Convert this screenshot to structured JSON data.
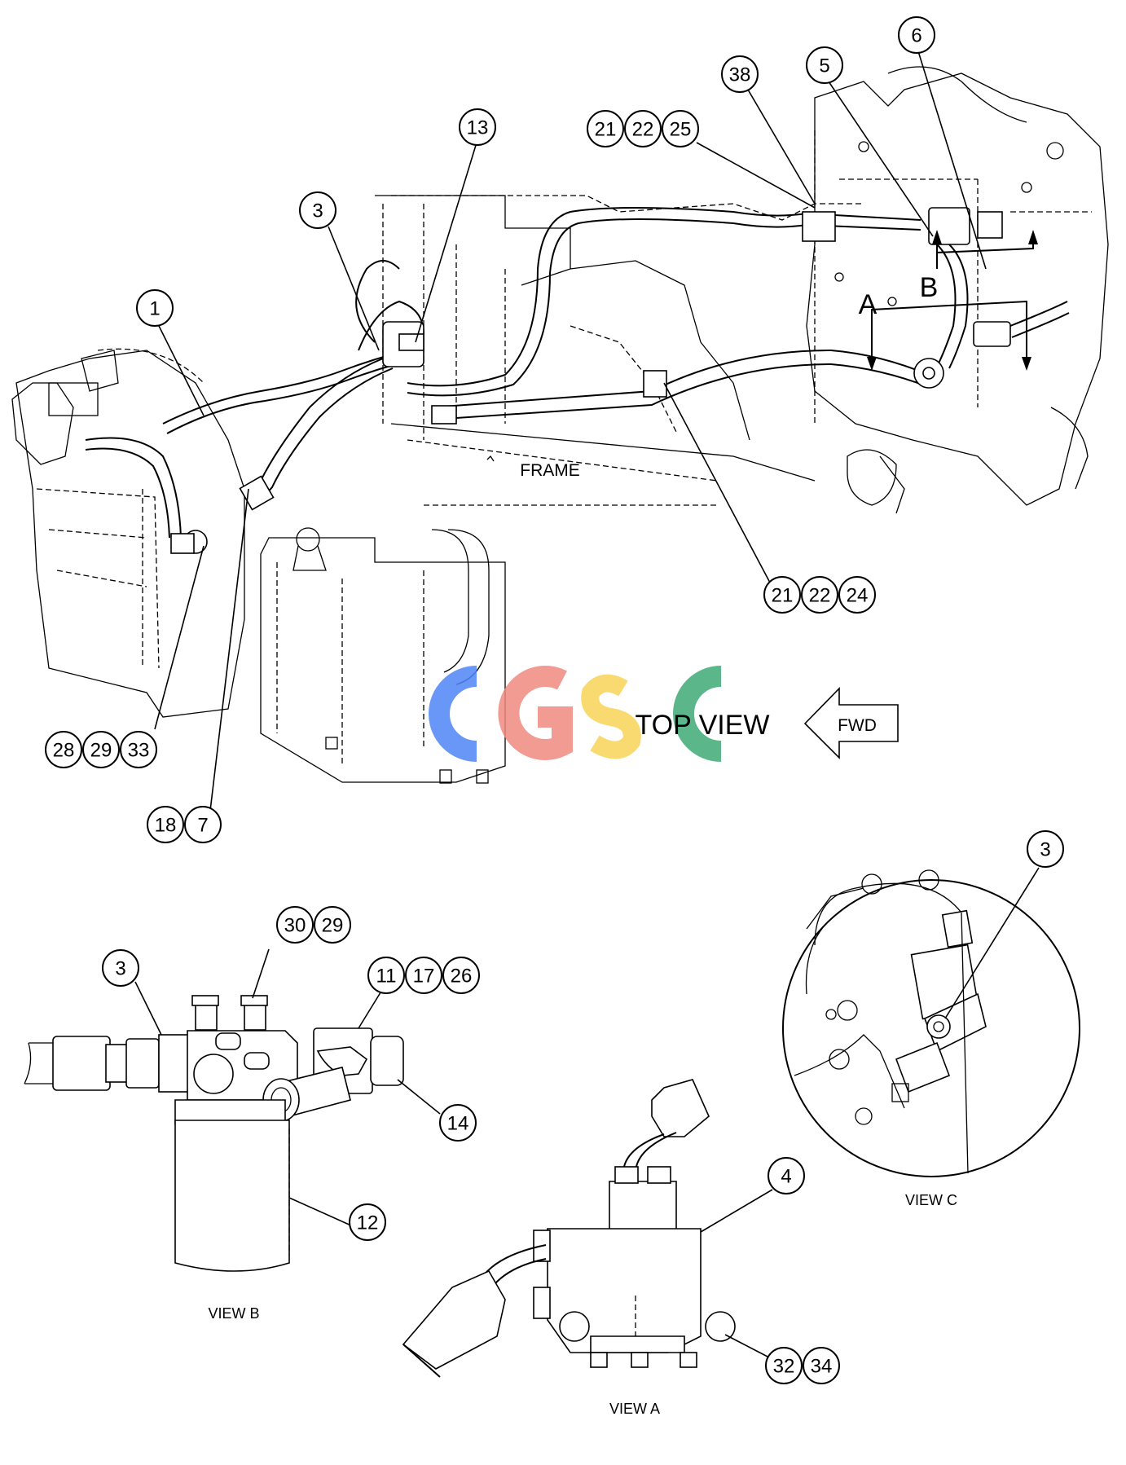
{
  "main_view": {
    "title": "TOP VIEW",
    "fwd_label": "FWD",
    "frame_label": "FRAME",
    "section_a": "A",
    "section_b": "B"
  },
  "watermark": {
    "letters": [
      "C",
      "G",
      "S",
      "C"
    ],
    "colors": [
      "#4f86f7",
      "#f08a80",
      "#f7d458",
      "#3faa75"
    ]
  },
  "views": {
    "view_a": "VIEW A",
    "view_b": "VIEW B",
    "view_c": "VIEW C"
  },
  "callouts": {
    "c1": "1",
    "c3_top": "3",
    "c13": "13",
    "c21_a": "21",
    "c22_a": "22",
    "c25": "25",
    "c38": "38",
    "c5": "5",
    "c6": "6",
    "c21_b": "21",
    "c22_b": "22",
    "c24": "24",
    "c28": "28",
    "c29_a": "29",
    "c33": "33",
    "c18": "18",
    "c7": "7",
    "c3_viewb": "3",
    "c30": "30",
    "c29_b": "29",
    "c11": "11",
    "c17": "17",
    "c26": "26",
    "c14": "14",
    "c12": "12",
    "c4": "4",
    "c32": "32",
    "c34": "34",
    "c3_viewc": "3"
  }
}
